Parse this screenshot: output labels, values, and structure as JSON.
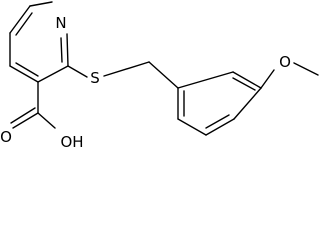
{
  "molecule": {
    "atoms": {
      "nitrogen": "N",
      "sulfur": "S",
      "oxygen_carbonyl": "O",
      "hydroxyl": "OH",
      "oxygen_methoxy": "O"
    },
    "colors": {
      "ink": "#000000",
      "background": "#ffffff"
    }
  }
}
